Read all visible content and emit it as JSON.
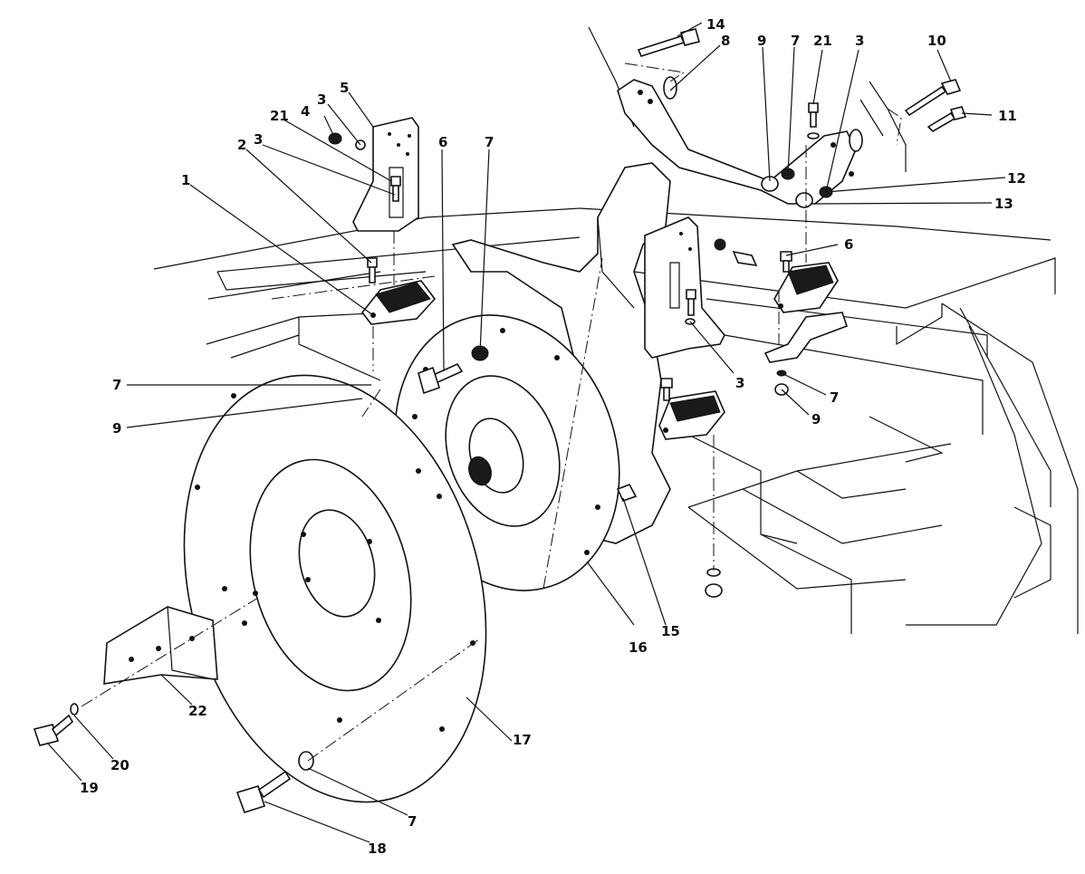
{
  "diagram": {
    "callouts": [
      {
        "id": "c14",
        "text": "14"
      },
      {
        "id": "c8",
        "text": "8"
      },
      {
        "id": "c9a",
        "text": "9"
      },
      {
        "id": "c7a",
        "text": "7"
      },
      {
        "id": "c21a",
        "text": "21"
      },
      {
        "id": "c3a",
        "text": "3"
      },
      {
        "id": "c10",
        "text": "10"
      },
      {
        "id": "c11",
        "text": "11"
      },
      {
        "id": "c12",
        "text": "12"
      },
      {
        "id": "c13",
        "text": "13"
      },
      {
        "id": "c5",
        "text": "5"
      },
      {
        "id": "c3b",
        "text": "3"
      },
      {
        "id": "c4",
        "text": "4"
      },
      {
        "id": "c21b",
        "text": "21"
      },
      {
        "id": "c3c",
        "text": "3"
      },
      {
        "id": "c2",
        "text": "2"
      },
      {
        "id": "c1",
        "text": "1"
      },
      {
        "id": "c6a",
        "text": "6"
      },
      {
        "id": "c7b",
        "text": "7"
      },
      {
        "id": "c6b",
        "text": "6"
      },
      {
        "id": "c3d",
        "text": "3"
      },
      {
        "id": "c7c",
        "text": "7"
      },
      {
        "id": "c9b",
        "text": "9"
      },
      {
        "id": "c7d",
        "text": "7"
      },
      {
        "id": "c9c",
        "text": "9"
      },
      {
        "id": "c15",
        "text": "15"
      },
      {
        "id": "c16",
        "text": "16"
      },
      {
        "id": "c17",
        "text": "17"
      },
      {
        "id": "c22",
        "text": "22"
      },
      {
        "id": "c19",
        "text": "19"
      },
      {
        "id": "c20",
        "text": "20"
      },
      {
        "id": "c7e",
        "text": "7"
      },
      {
        "id": "c18",
        "text": "18"
      }
    ]
  }
}
